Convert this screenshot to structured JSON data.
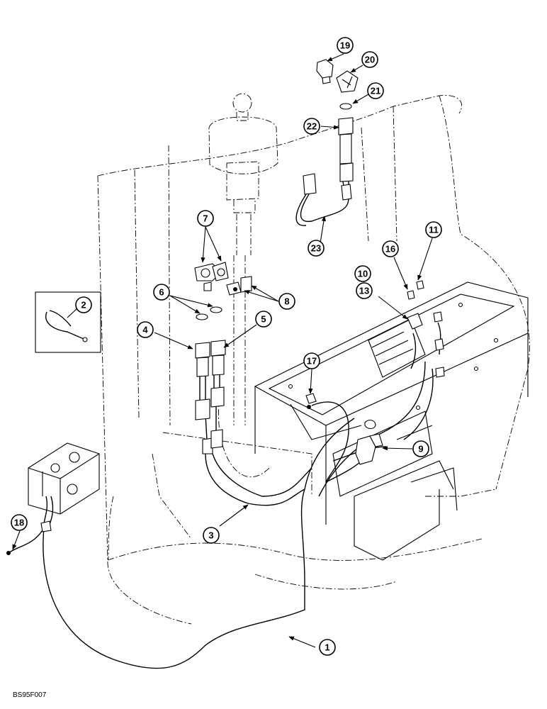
{
  "drawing_code": "BS95F007",
  "callouts": [
    {
      "id": "1",
      "label": "1"
    },
    {
      "id": "2",
      "label": "2"
    },
    {
      "id": "3",
      "label": "3"
    },
    {
      "id": "4",
      "label": "4"
    },
    {
      "id": "5",
      "label": "5"
    },
    {
      "id": "6",
      "label": "6"
    },
    {
      "id": "7",
      "label": "7"
    },
    {
      "id": "8",
      "label": "8"
    },
    {
      "id": "9",
      "label": "9"
    },
    {
      "id": "10",
      "label": "10"
    },
    {
      "id": "11",
      "label": "11"
    },
    {
      "id": "13",
      "label": "13"
    },
    {
      "id": "16",
      "label": "16"
    },
    {
      "id": "17",
      "label": "17"
    },
    {
      "id": "18",
      "label": "18"
    },
    {
      "id": "19",
      "label": "19"
    },
    {
      "id": "20",
      "label": "20"
    },
    {
      "id": "21",
      "label": "21"
    },
    {
      "id": "22",
      "label": "22"
    },
    {
      "id": "23",
      "label": "23"
    }
  ]
}
